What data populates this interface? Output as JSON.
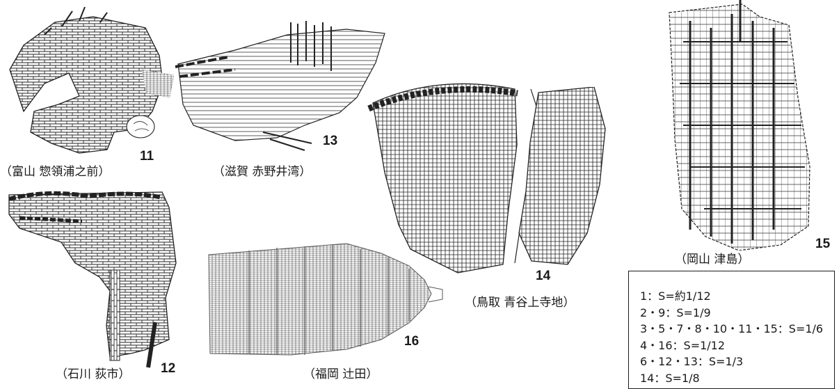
{
  "artifacts": [
    {
      "number": "11",
      "caption": "（富山 惣領浦之前）"
    },
    {
      "number": "12",
      "caption": "（石川 荻市）"
    },
    {
      "number": "13",
      "caption": "（滋賀 赤野井湾）"
    },
    {
      "number": "14",
      "caption": "（鳥取 青谷上寺地）"
    },
    {
      "number": "15",
      "caption": "（岡山 津島）"
    },
    {
      "number": "16",
      "caption": "（福岡 辻田）"
    }
  ],
  "scale_legend": [
    "1：S=約1/12",
    "2・9：S=1/9",
    "3・5・7・8・10・11・15：S=1/6",
    "4・16：S=1/12",
    "6・12・13：S=1/3",
    "14：S=1/8"
  ],
  "colors": {
    "ink": "#1a1a1a",
    "background": "#ffffff"
  }
}
